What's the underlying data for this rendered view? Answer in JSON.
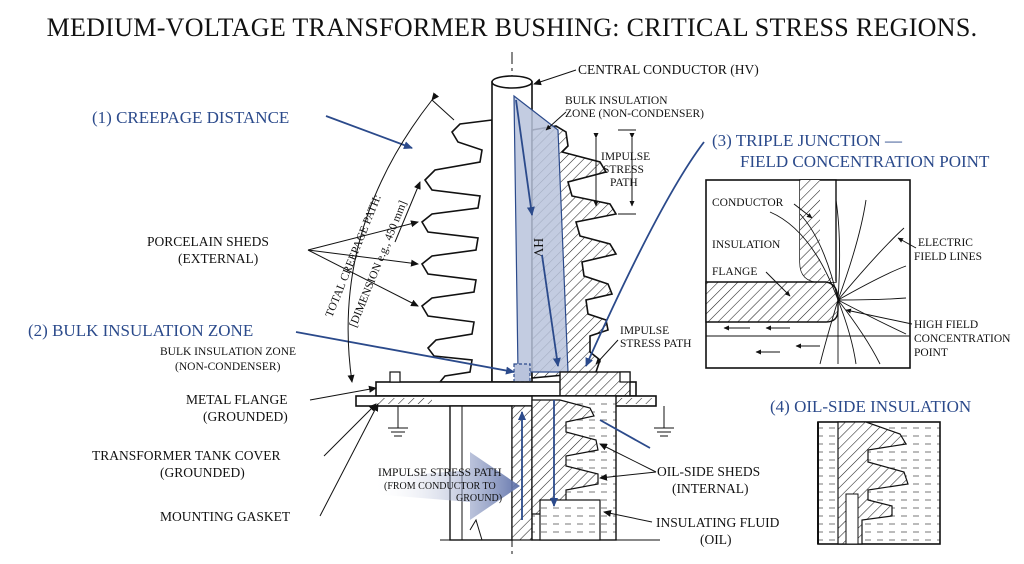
{
  "title": "MEDIUM-VOLTAGE TRANSFORMER BUSHING: CRITICAL STRESS REGIONS.",
  "colors": {
    "accent": "#2b4a8b",
    "ink": "#111111",
    "shade": "#b9c3dc"
  },
  "callouts": {
    "creepage": "(1) CREEPAGE DISTANCE",
    "bulk": "(2) BULK INSULATION ZONE",
    "triple_1": "(3) TRIPLE JUNCTION —",
    "triple_2": "FIELD CONCENTRATION POINT",
    "oil_side": "(4) OIL-SIDE INSULATION"
  },
  "labels": {
    "central_conductor": "CENTRAL CONDUCTOR (HV)",
    "bulk_top_1": "BULK INSULATION",
    "bulk_top_2": "ZONE (NON-CONDENSER)",
    "impulse_top_1": "IMPULSE",
    "impulse_top_2": "STRESS",
    "impulse_top_3": "PATH",
    "creepage_path_1": "TOTAL CREEPAGE PATH:",
    "creepage_path_2": "[DIMENSION e.g., 450 mm]",
    "porcelain_1": "PORCELAIN SHEDS",
    "porcelain_2": "(EXTERNAL)",
    "bulk_small_1": "BULK INSULATION ZONE",
    "bulk_small_2": "(NON-CONDENSER)",
    "flange_1": "METAL FLANGE",
    "flange_2": "(GROUNDED)",
    "tank_1": "TRANSFORMER TANK COVER",
    "tank_2": "(GROUNDED)",
    "gasket": "MOUNTING GASKET",
    "impulse_main": "IMPULSE STRESS PATH",
    "impulse_sub_1": "(FROM CONDUCTOR TO",
    "impulse_sub_2": "GROUND)",
    "impulse_mid_1": "IMPULSE",
    "impulse_mid_2": "STRESS PATH",
    "oil_sheds_1": "OIL-SIDE SHEDS",
    "oil_sheds_2": "(INTERNAL)",
    "fluid_1": "INSULATING FLUID",
    "fluid_2": "(OIL)",
    "hv": "HV"
  },
  "inset": {
    "conductor": "CONDUCTOR",
    "insulation": "INSULATION",
    "flange": "FLANGE",
    "field_1": "ELECTRIC",
    "field_2": "FIELD LINES",
    "high_1": "HIGH FIELD",
    "high_2": "CONCENTRATION",
    "high_3": "POINT"
  }
}
